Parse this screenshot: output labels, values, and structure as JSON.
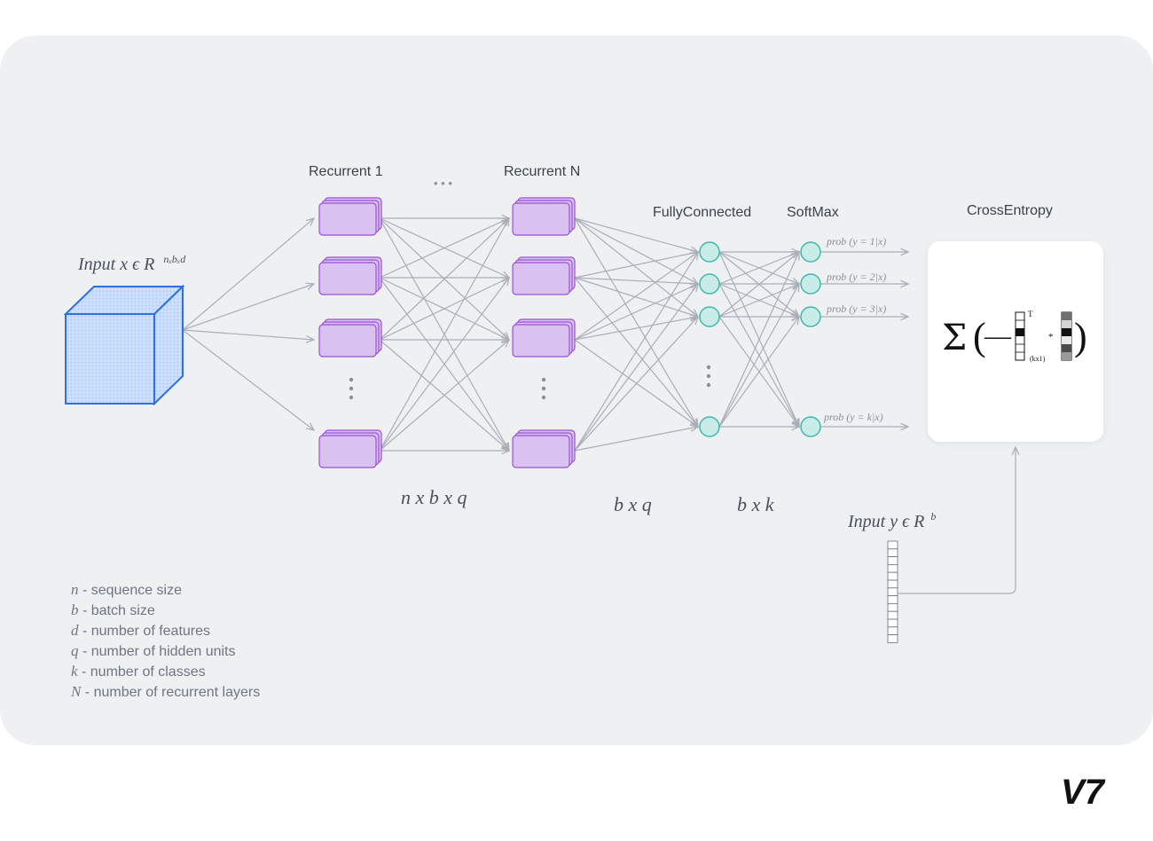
{
  "layers": {
    "recurrent_first": "Recurrent 1",
    "recurrent_last": "Recurrent N",
    "fully_connected": "FullyConnected",
    "softmax": "SoftMax",
    "cross_entropy": "CrossEntropy",
    "ellipsis": "• • •"
  },
  "inputs": {
    "x_label": "Input x ϵ R",
    "x_superscript": "nₓbₓd",
    "y_label": "Input y ϵ R",
    "y_superscript": "b"
  },
  "dimensions": {
    "recurrent_output": "n x b x q",
    "fc_input": "b x q",
    "fc_output": "b x k"
  },
  "outputs": [
    "prob (y = 1|x)",
    "prob (y = 2|x)",
    "prob (y = 3|x)",
    "prob (y = k|x)"
  ],
  "formula": {
    "sigma": "Σ",
    "open": "(",
    "minus": "—",
    "transpose": "T",
    "shape": "(kx1)",
    "times": "*",
    "close": ")"
  },
  "legend": [
    {
      "symbol": "n",
      "text": " - sequence size"
    },
    {
      "symbol": "b",
      "text": " - batch size"
    },
    {
      "symbol": "d",
      "text": " - number of features"
    },
    {
      "symbol": "q",
      "text": " - number of hidden units"
    },
    {
      "symbol": "k",
      "text": " - number of classes"
    },
    {
      "symbol": "N",
      "text": " - number of recurrent layers"
    }
  ],
  "brand": "V7",
  "colors": {
    "panel": "#eef0f2",
    "cube": "#2f6fe0",
    "recurrent_fill": "#d9c2f0",
    "recurrent_stroke": "#9b4fd6",
    "node_fill": "#c9ece9",
    "node_stroke": "#3fb8ad",
    "connection": "#a9aeb8"
  }
}
